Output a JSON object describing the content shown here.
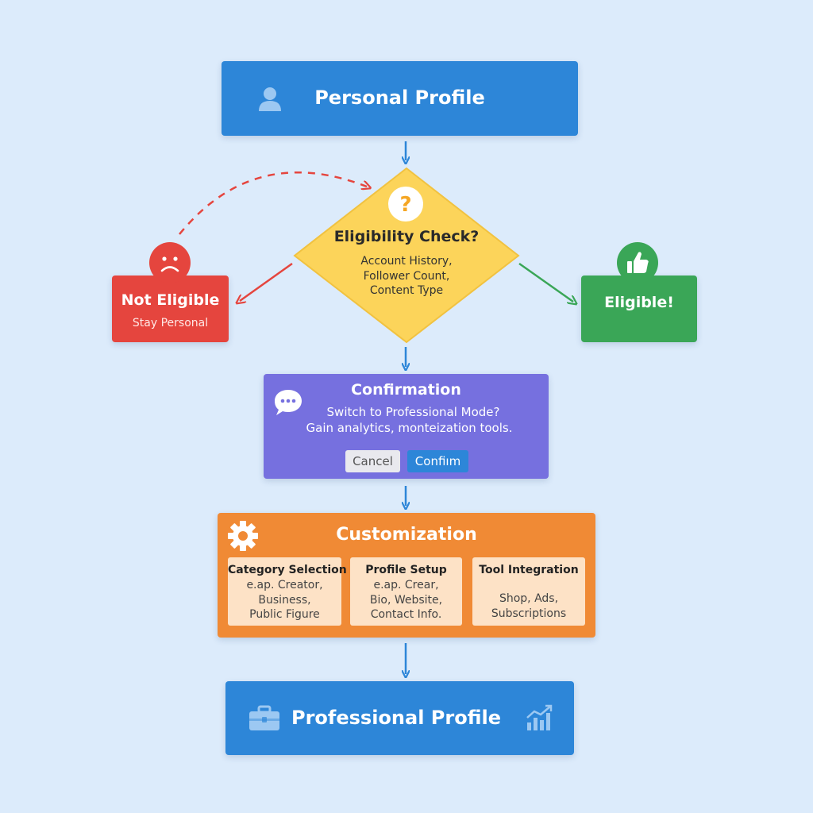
{
  "nodes": {
    "personal_profile": {
      "title": "Personal Profile",
      "icon": "user-icon"
    },
    "eligibility_check": {
      "title": "Eligibility Check?",
      "lines": [
        "Account History,",
        "Follower Count,",
        "Content Type"
      ],
      "icon": "question-icon"
    },
    "not_eligible": {
      "title": "Not Eligible",
      "subtitle": "Stay Personal",
      "icon": "sad-face-icon"
    },
    "eligible": {
      "title": "Eligible!",
      "icon": "thumbs-up-icon"
    },
    "confirmation": {
      "title": "Confirmation",
      "lines": [
        "Switch to Professional Mode?",
        "Gain analytics, monteization tools."
      ],
      "cancel_label": "Cancel",
      "confirm_label": "Confiım",
      "icon": "chat-bubble-icon"
    },
    "customization": {
      "title": "Customization",
      "icon": "gear-icon",
      "cards": [
        {
          "title": "Category Selection",
          "lines": [
            "e.ap. Creator,",
            "Business,",
            "Public Figure"
          ]
        },
        {
          "title": "Profile Setup",
          "lines": [
            "e.ap. Crear,",
            "Bio, Website,",
            "Contact Info."
          ]
        },
        {
          "title": "Tool Integration",
          "lines": [
            "Shop, Ads,",
            "Subscriptions"
          ]
        }
      ]
    },
    "professional_profile": {
      "title": "Professional Profile",
      "icons": [
        "briefcase-icon",
        "chart-icon"
      ]
    }
  },
  "colors": {
    "background": "#dcebfb",
    "blue": "#2d86d8",
    "yellow": "#fcd45a",
    "red": "#e5453e",
    "green": "#3aa657",
    "purple": "#7670df",
    "orange": "#f08a35"
  }
}
